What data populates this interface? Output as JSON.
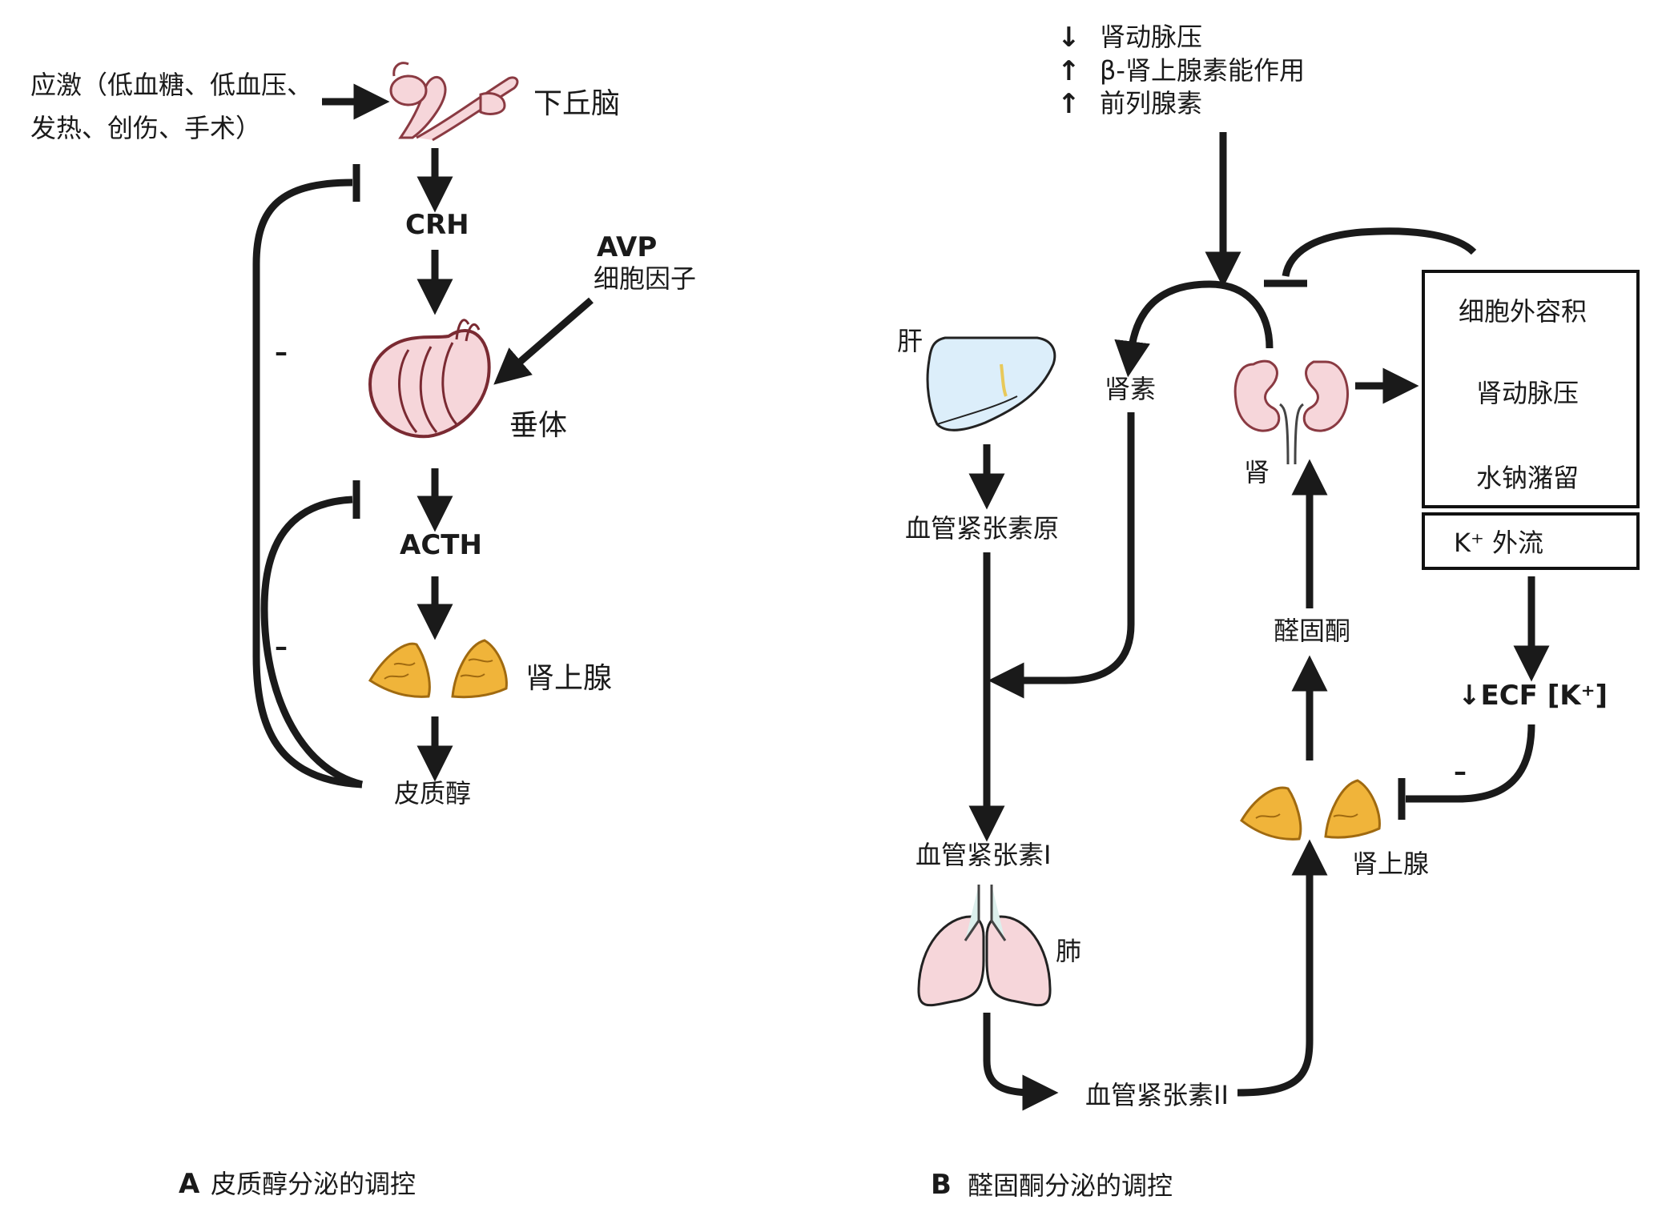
{
  "panel_a": {
    "stimulus_line1": "应激（低血糖、低血压、",
    "stimulus_line2": "发热、创伤、手术）",
    "hypothalamus": "下丘脑",
    "crh": "CRH",
    "avp": "AVP",
    "cytokines": "细胞因子",
    "pituitary": "垂体",
    "acth": "ACTH",
    "adrenal": "肾上腺",
    "cortisol": "皮质醇",
    "minus_outer": "–",
    "minus_inner": "–",
    "caption_letter": "A",
    "caption": "皮质醇分泌的调控"
  },
  "panel_b": {
    "factor1_arrow": "↓",
    "factor1": "肾动脉压",
    "factor2_arrow": "↑",
    "factor2": "β-肾上腺素能作用",
    "factor3_arrow": "↑",
    "factor3": "前列腺素",
    "liver": "肝",
    "renin": "肾素",
    "kidney": "肾",
    "angiotensinogen": "血管紧张素原",
    "angiotensin1": "血管紧张素I",
    "lung": "肺",
    "angiotensin2": "血管紧张素II",
    "aldosterone": "醛固酮",
    "adrenal": "肾上腺",
    "box_item1": "细胞外容积",
    "box_item2": "肾动脉压",
    "box_item3": "水钠潴留",
    "k_efflux": "K⁺ 外流",
    "ecf_k": "↓ECF [K⁺]",
    "minus": "–",
    "caption_letter": "B",
    "caption": "醛固酮分泌的调控"
  },
  "colors": {
    "arrow": "#1a1a1a",
    "pink_fill": "#f6d6da",
    "pink_stroke": "#8a3a42",
    "adrenal_fill": "#f0b43a",
    "adrenal_stroke": "#a06a10",
    "liver_fill": "#dceefa",
    "liver_stroke": "#222222",
    "lung_fill": "#f6d6da",
    "trachea_fill": "#dcefec"
  },
  "icons": [
    "hypothalamus-icon",
    "pituitary-icon",
    "adrenal-icon",
    "liver-icon",
    "kidney-icon",
    "lung-icon"
  ]
}
